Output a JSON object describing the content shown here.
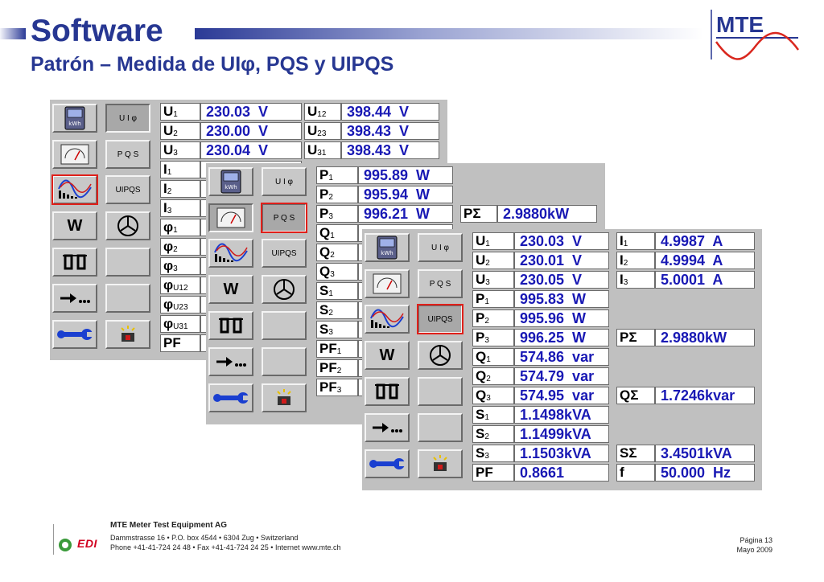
{
  "slide": {
    "title": "Software",
    "subtitle": "Patrón – Medida de UIφ, PQS y UIPQS"
  },
  "logo": {
    "text": "MTE"
  },
  "footer": {
    "company": "MTE Meter Test Equipment AG",
    "address": "Dammstrasse 16 • P.O. box 4544 • 6304 Zug • Switzerland",
    "contact": "Phone +41-41-724 24 48 • Fax +41-41-724 24 25 • Internet www.mte.ch",
    "edi": "EDI",
    "page": "Página 13",
    "date": "Mayo 2009"
  },
  "colors": {
    "brand": "#273792",
    "value_text": "#1919b4",
    "panel": "#c0c0c0",
    "active_outline": "#e0201a"
  },
  "buttons": {
    "uiphi": "U I φ",
    "pqs": "P Q S",
    "uipqs": "UIPQS",
    "w": "W",
    "meter_icon": "energy-meter-icon",
    "gauge_icon": "analog-gauge-icon",
    "harmonics_icon": "harmonics-icon",
    "phase_icon": "three-phase-star-icon",
    "transformer_icon": "transformer-icon",
    "arrow_icon": "arrow-continue-icon",
    "wrench_icon": "wrench-icon",
    "alarm_icon": "alarm-lamp-icon",
    "kwh": "kWh"
  },
  "panel_uiphi": {
    "left_col": [
      {
        "sym": "U",
        "sub": "1",
        "value": "230.03  V"
      },
      {
        "sym": "U",
        "sub": "2",
        "value": "230.00  V"
      },
      {
        "sym": "U",
        "sub": "3",
        "value": "230.04  V"
      },
      {
        "sym": "I",
        "sub": "1",
        "value": ""
      },
      {
        "sym": "I",
        "sub": "2",
        "value": ""
      },
      {
        "sym": "I",
        "sub": "3",
        "value": ""
      },
      {
        "sym": "φ",
        "sub": "1",
        "value": ""
      },
      {
        "sym": "φ",
        "sub": "2",
        "value": ""
      },
      {
        "sym": "φ",
        "sub": "3",
        "value": ""
      },
      {
        "sym": "φ",
        "sub": "U12",
        "value": ""
      },
      {
        "sym": "φ",
        "sub": "U23",
        "value": ""
      },
      {
        "sym": "φ",
        "sub": "U31",
        "value": ""
      },
      {
        "sym": "PF",
        "sub": "",
        "value": ""
      }
    ],
    "right_col": [
      {
        "sym": "U",
        "sub": "12",
        "value": "398.44  V"
      },
      {
        "sym": "U",
        "sub": "23",
        "value": "398.43  V"
      },
      {
        "sym": "U",
        "sub": "31",
        "value": "398.43  V"
      }
    ]
  },
  "panel_pqs": {
    "left_col": [
      {
        "sym": "P",
        "sub": "1",
        "value": "995.89  W"
      },
      {
        "sym": "P",
        "sub": "2",
        "value": "995.94  W"
      },
      {
        "sym": "P",
        "sub": "3",
        "value": "996.21  W"
      },
      {
        "sym": "Q",
        "sub": "1",
        "value": ""
      },
      {
        "sym": "Q",
        "sub": "2",
        "value": ""
      },
      {
        "sym": "Q",
        "sub": "3",
        "value": ""
      },
      {
        "sym": "S",
        "sub": "1",
        "value": ""
      },
      {
        "sym": "S",
        "sub": "2",
        "value": ""
      },
      {
        "sym": "S",
        "sub": "3",
        "value": ""
      },
      {
        "sym": "PF",
        "sub": "1",
        "value": ""
      },
      {
        "sym": "PF",
        "sub": "2",
        "value": ""
      },
      {
        "sym": "PF",
        "sub": "3",
        "value": ""
      }
    ],
    "right_col": [
      {
        "sym": "PΣ",
        "sub": "",
        "value": "2.9880kW"
      }
    ]
  },
  "panel_uipqs": {
    "left_col": [
      {
        "sym": "U",
        "sub": "1",
        "value": "230.03  V"
      },
      {
        "sym": "U",
        "sub": "2",
        "value": "230.01  V"
      },
      {
        "sym": "U",
        "sub": "3",
        "value": "230.05  V"
      },
      {
        "sym": "P",
        "sub": "1",
        "value": "995.83  W"
      },
      {
        "sym": "P",
        "sub": "2",
        "value": "995.96  W"
      },
      {
        "sym": "P",
        "sub": "3",
        "value": "996.25  W"
      },
      {
        "sym": "Q",
        "sub": "1",
        "value": "574.86  var"
      },
      {
        "sym": "Q",
        "sub": "2",
        "value": "574.79  var"
      },
      {
        "sym": "Q",
        "sub": "3",
        "value": "574.95  var"
      },
      {
        "sym": "S",
        "sub": "1",
        "value": "1.1498kVA"
      },
      {
        "sym": "S",
        "sub": "2",
        "value": "1.1499kVA"
      },
      {
        "sym": "S",
        "sub": "3",
        "value": "1.1503kVA"
      },
      {
        "sym": "PF",
        "sub": "",
        "value": "0.8661"
      }
    ],
    "right_col": [
      {
        "sym": "I",
        "sub": "1",
        "value": "4.9987  A"
      },
      {
        "sym": "I",
        "sub": "2",
        "value": "4.9994  A"
      },
      {
        "sym": "I",
        "sub": "3",
        "value": "5.0001  A"
      },
      {
        "sym": "",
        "sub": "",
        "value": ""
      },
      {
        "sym": "",
        "sub": "",
        "value": ""
      },
      {
        "sym": "PΣ",
        "sub": "",
        "value": "2.9880kW"
      },
      {
        "sym": "",
        "sub": "",
        "value": ""
      },
      {
        "sym": "",
        "sub": "",
        "value": ""
      },
      {
        "sym": "QΣ",
        "sub": "",
        "value": "1.7246kvar"
      },
      {
        "sym": "",
        "sub": "",
        "value": ""
      },
      {
        "sym": "",
        "sub": "",
        "value": ""
      },
      {
        "sym": "SΣ",
        "sub": "",
        "value": "3.4501kVA"
      },
      {
        "sym": "f",
        "sub": "",
        "value": "50.000  Hz"
      }
    ]
  }
}
